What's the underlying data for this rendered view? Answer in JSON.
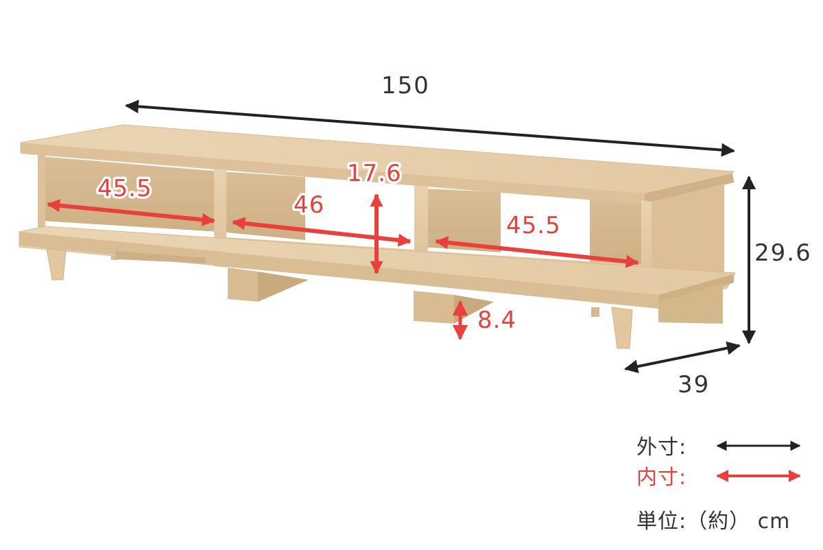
{
  "colors": {
    "outer_arrow": "#222222",
    "inner_arrow": "#e8403d",
    "wood_light": "#e9d3b0",
    "wood_mid": "#dcc19a",
    "wood_dark": "#c9a97c"
  },
  "dimensions": {
    "outer": {
      "width": "150",
      "height": "29.6",
      "depth": "39"
    },
    "inner": {
      "left_width": "45.5",
      "center_width": "46",
      "right_width": "45.5",
      "compartment_height": "17.6",
      "leg_height": "8.4"
    }
  },
  "legend": {
    "outer_label": "外寸:",
    "inner_label": "内寸:",
    "unit_label": "単位:（約） cm"
  }
}
